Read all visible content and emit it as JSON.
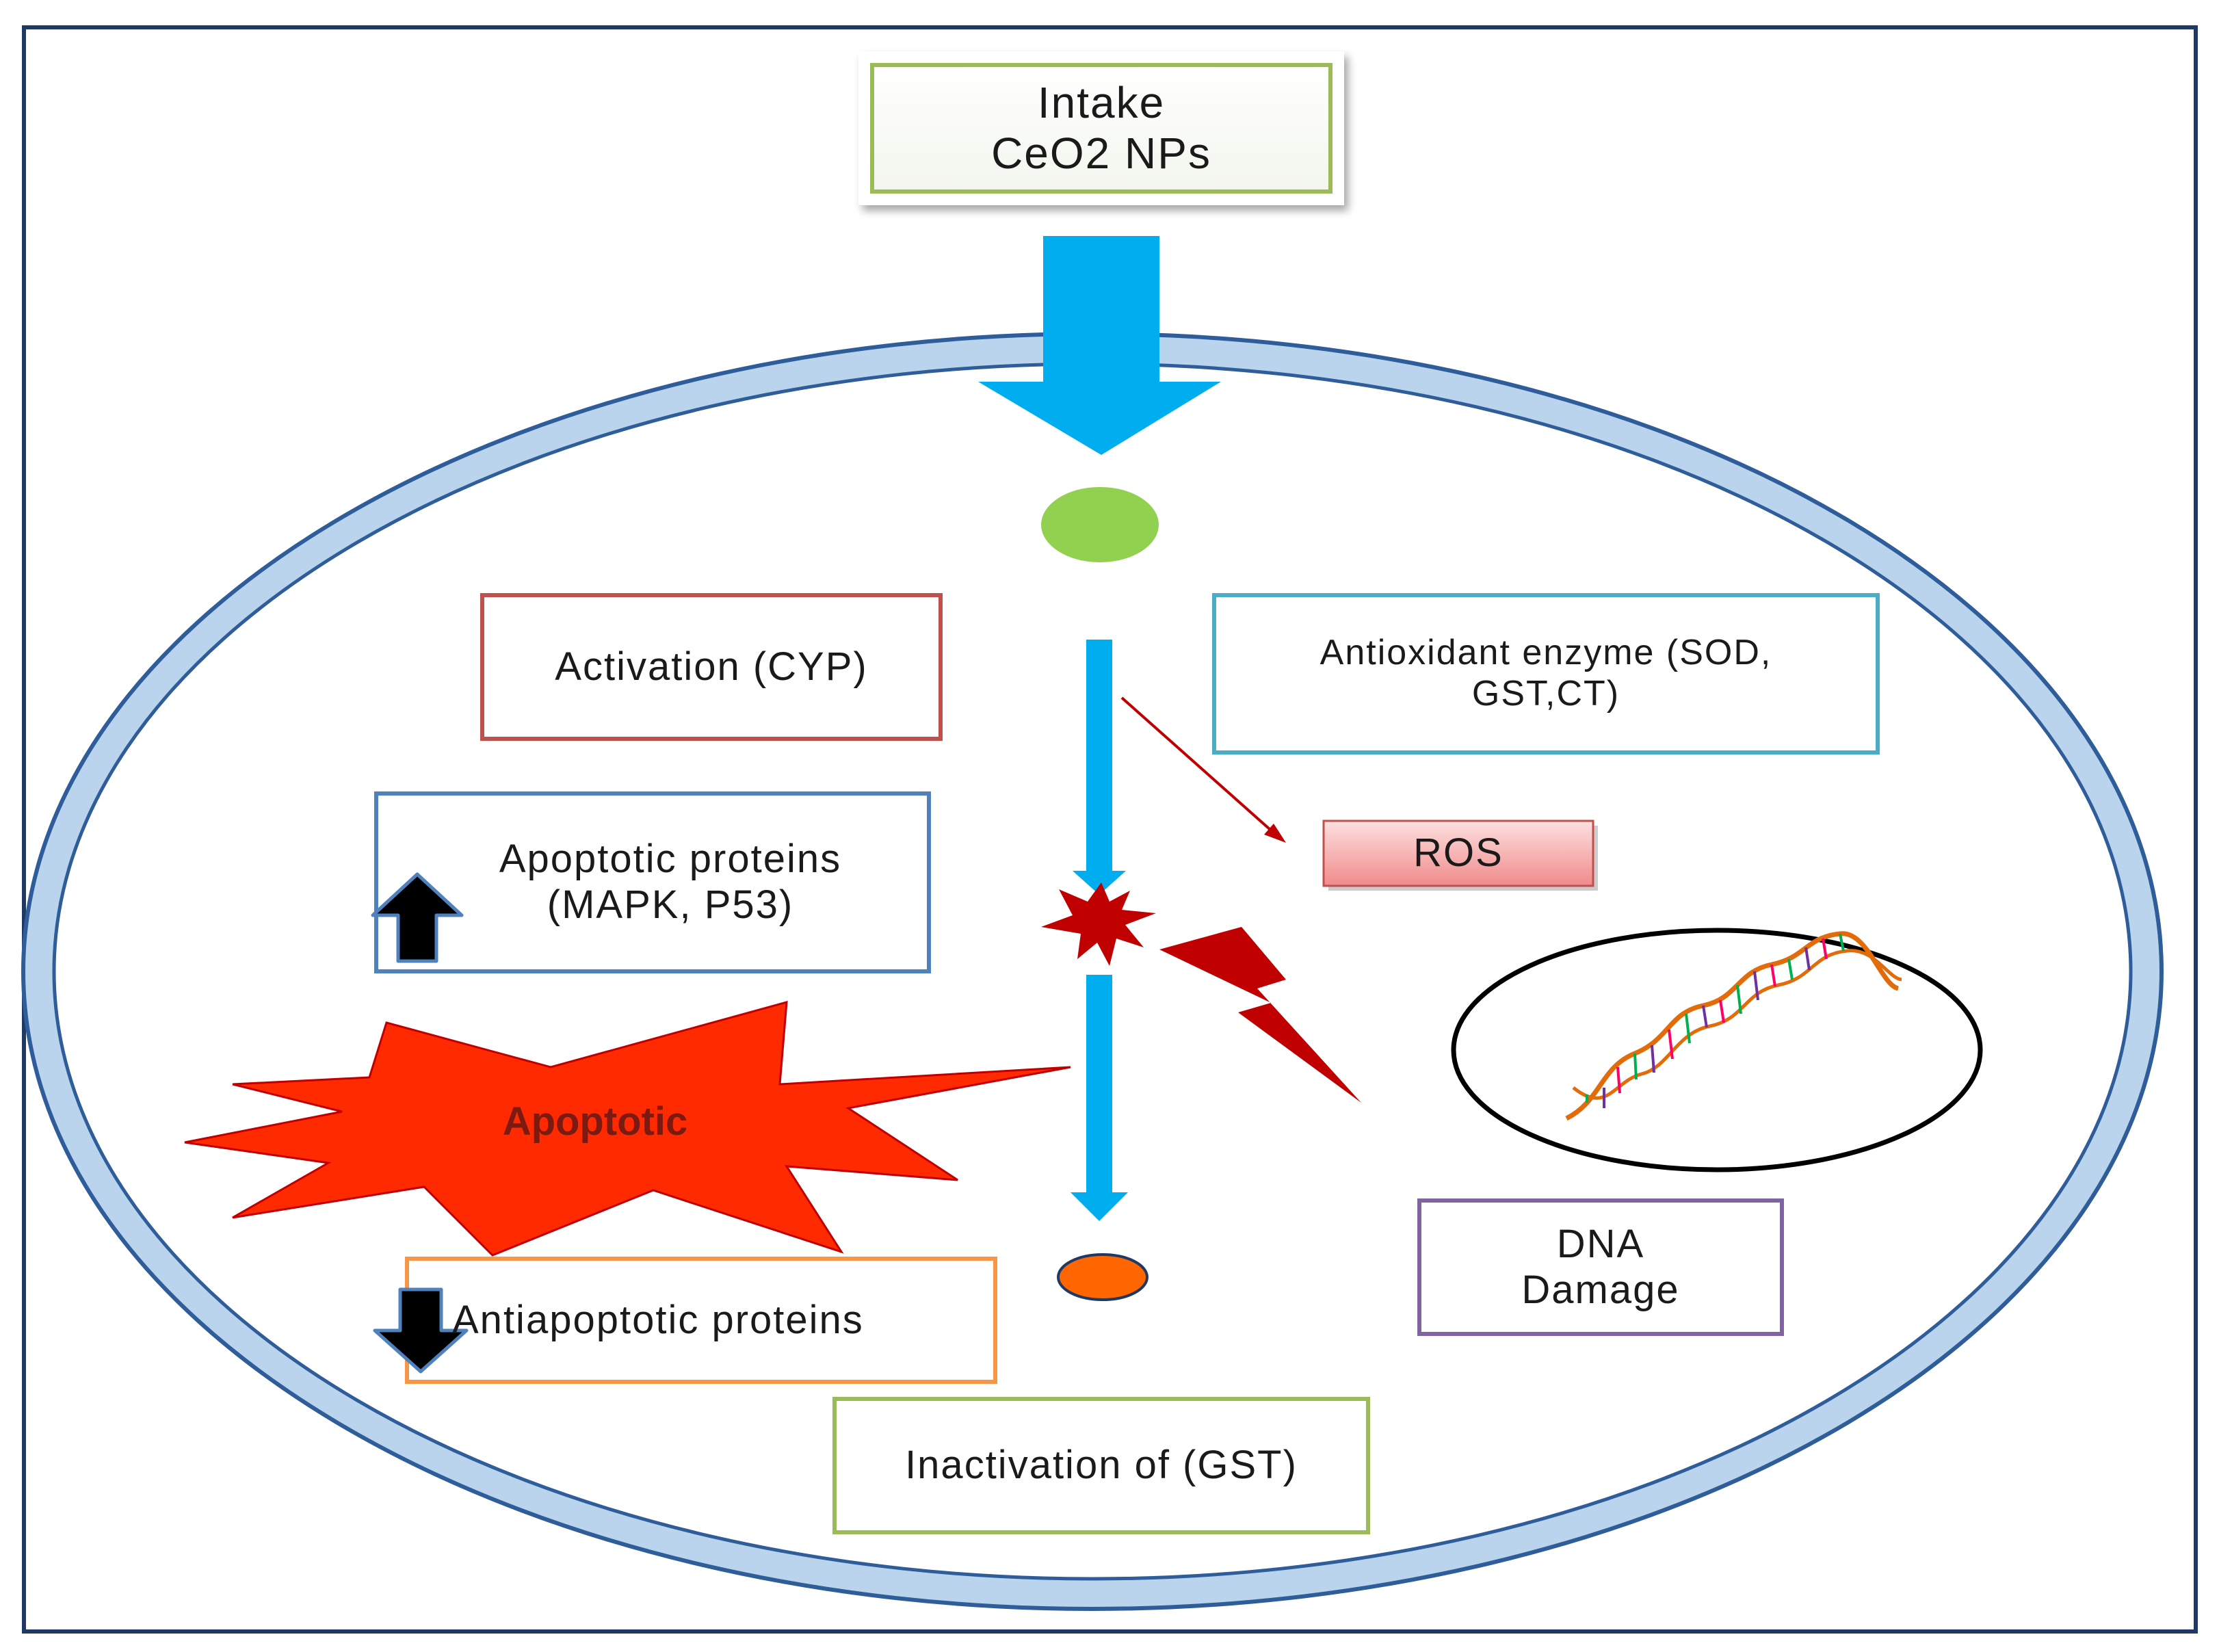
{
  "diagram": {
    "intake": {
      "line1": "Intake",
      "line2": "CeO2 NPs"
    },
    "activation": "Activation (CYP)",
    "antioxidant": {
      "line1": "Antioxidant enzyme (SOD,",
      "line2": "GST,CT)"
    },
    "apoptotic_proteins": {
      "line1": "Apoptotic proteins",
      "line2": "(MAPK, P53)"
    },
    "ros": "ROS",
    "apoptotic": "Apoptotic",
    "dna_damage": {
      "line1": "DNA",
      "line2": "Damage"
    },
    "antiapoptotic": "Antiapoptotic proteins",
    "inactivation": "Inactivation of (GST)",
    "arrows": {
      "apoptotic_proteins": "up-arrow",
      "antiapoptotic": "down-arrow"
    },
    "colors": {
      "cell_membrane": "#b9d4ec",
      "cell_outline": "#3f6da8",
      "main_arrow": "#00aeef",
      "green_dot": "#92d050",
      "orange_dot": "#ff6600",
      "activation_border": "#c0504d",
      "antioxidant_border": "#4bacc6",
      "apoptotic_proteins_border": "#4f81bd",
      "ros_fill": "#f4a4a4",
      "antiapoptotic_border": "#f79646",
      "inactivation_border": "#9bbb59",
      "dna_border": "#8064a2",
      "starburst": "#ff2a00",
      "lightning": "#c00000"
    }
  }
}
